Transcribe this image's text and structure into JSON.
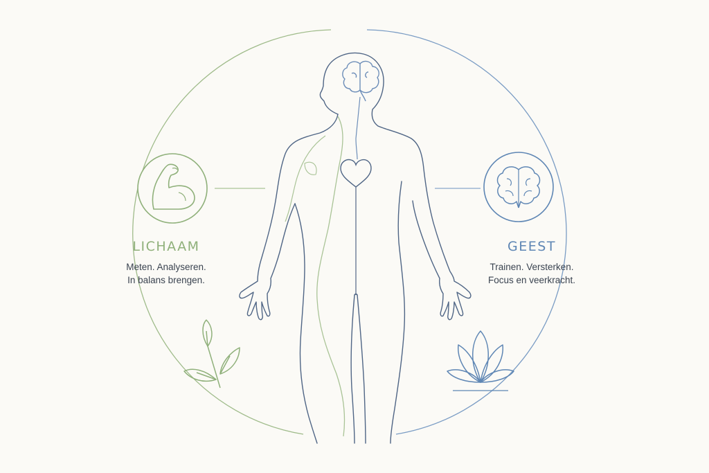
{
  "colors": {
    "background": "#fbfaf6",
    "body_accent": "#8fb07a",
    "mind_accent": "#5e86b4",
    "figure_outline": "#4f6585"
  },
  "left": {
    "title": "LICHAAM",
    "line1": "Meten. Analyseren.",
    "line2": "In balans brengen.",
    "icon": "flexed-arm-icon"
  },
  "right": {
    "title": "GEEST",
    "line1": "Trainen. Versterken.",
    "line2": "Focus en veerkracht.",
    "icon": "brain-icon"
  }
}
